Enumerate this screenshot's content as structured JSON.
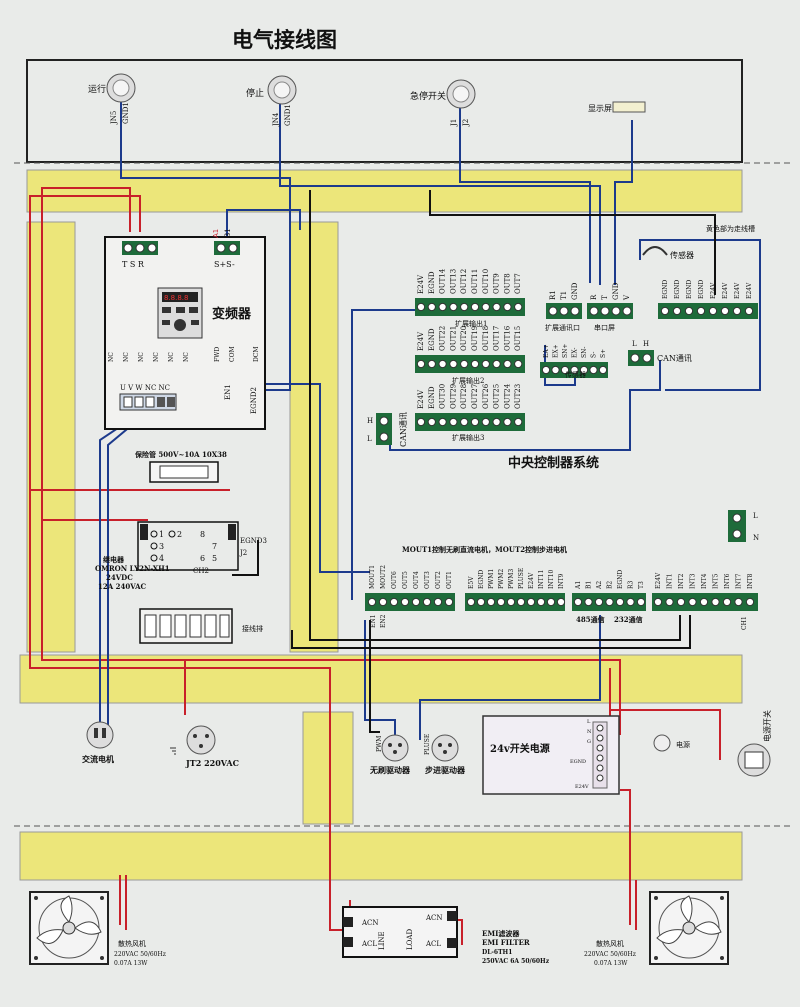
{
  "title": "电气接线图",
  "panel": {
    "run_label": "运行",
    "run_pins": [
      "JN5",
      "GND1"
    ],
    "stop_label": "停止",
    "stop_pins": [
      "JN4",
      "GND1"
    ],
    "estop_label": "急停开关",
    "estop_pins": [
      "J1",
      "J2"
    ],
    "display_label": "显示屏"
  },
  "inverter": {
    "label": "变频器",
    "top_left_terminals": "T S R",
    "top_right_terminals": "S+S-",
    "a1": "A1",
    "b1": "B1",
    "bottom_terminals": [
      "NC",
      "NC",
      "NC",
      "NC",
      "NC",
      "NC",
      "FWD",
      "COM",
      "DCM"
    ],
    "uvw": "U V W NC NC",
    "en1": "EN1",
    "egnd2": "EGND2"
  },
  "fuse": {
    "label": "保险管 500V~10A 10X38"
  },
  "relay": {
    "pins": [
      "1",
      "2",
      "3",
      "4",
      "5",
      "6",
      "7",
      "8"
    ],
    "egnd3": "EGND3",
    "j2": "J2",
    "name": "继电器",
    "model": "OMRON LY2N-XH1",
    "coil": "24VDC",
    "rating": "12A 240VAC",
    "ch2": "CH2"
  },
  "terminal_block": {
    "label": "接线排"
  },
  "controller": {
    "title": "中央控制器系统",
    "exp1": {
      "label": "扩展输出1",
      "pins": [
        "E24V",
        "EGND",
        "OUT14",
        "OUT13",
        "OUT12",
        "OUT11",
        "OUT10",
        "OUT9",
        "OUT8",
        "OUT7"
      ]
    },
    "exp2": {
      "label": "扩展输出2",
      "pins": [
        "E24V",
        "EGND",
        "OUT22",
        "OUT21",
        "OUT20",
        "OUT19",
        "OUT18",
        "OUT17",
        "OUT16",
        "OUT15"
      ]
    },
    "exp3": {
      "label": "扩展输出3",
      "pins": [
        "E24V",
        "EGND",
        "OUT30",
        "OUT29",
        "OUT28",
        "OUT27",
        "OUT26",
        "OUT25",
        "OUT24",
        "OUT23"
      ]
    },
    "serial_port": {
      "label": "串口屏",
      "pins": [
        "R1",
        "T1",
        "GND"
      ]
    },
    "serial_display_pins": [
      "R",
      "T",
      "GND",
      "V"
    ],
    "ext_comm": {
      "label": "扩展通讯口",
      "pins": [
        "EA+",
        "EX+",
        "SN+",
        "EX-",
        "SN-",
        "S-",
        "S+"
      ]
    },
    "sensor_label": "传感器",
    "can_label": "CAN通讯",
    "can_pins": [
      "L",
      "H"
    ],
    "can2_label": "CAN通讯",
    "can2_pins": [
      "H",
      "L"
    ],
    "right_top_pins": [
      "EGND",
      "EGND",
      "EGND",
      "EGND",
      "E24V",
      "E24V",
      "E24V",
      "E24V"
    ],
    "sensor_top_label": "传感器",
    "yellow_note": "黄色部为走线槽",
    "mout_note": "MOUT1控制无刷直流电机，MOUT2控制步进电机",
    "bottom1": {
      "pins": [
        "MOUT1",
        "MOUT2",
        "OUT6",
        "OUT5",
        "OUT4",
        "OUT3",
        "OUT2",
        "OUT1"
      ]
    },
    "bottom2": {
      "pins": [
        "E5V",
        "EGND",
        "PWM1",
        "PWM2",
        "PWM3",
        "PLUSE",
        "E24V",
        "INT11",
        "INT10",
        "INT9"
      ]
    },
    "bottom3": {
      "pins": [
        "A1",
        "B1",
        "A2",
        "B2",
        "EGND",
        "R3",
        "T3"
      ]
    },
    "bottom4": {
      "pins": [
        "E24V",
        "INT1",
        "INT2",
        "INT3",
        "INT4",
        "INT5",
        "INT6",
        "INT7",
        "INT8"
      ]
    },
    "en1": "EN1",
    "en2": "EN2",
    "rs485": "485通信",
    "rs232": "232通信",
    "ch1": "CH1",
    "ln": [
      "L",
      "N"
    ]
  },
  "bottom": {
    "ac_motor": "交流电机",
    "jt2": "JT2 220VAC",
    "brushless_driver": "无刷驱动器",
    "pwm_label": "PWM",
    "stepper_driver": "步进驱动器",
    "pulse_label": "PLUSE",
    "psu_label": "24v开关电源",
    "psu_pins": [
      "L",
      "N",
      "G",
      "EGND",
      "E24V"
    ],
    "power_label": "电源",
    "power_switch": "电源开关"
  },
  "fans": {
    "left_name": "散热风机",
    "left_spec1": "220VAC 50/60Hz",
    "left_spec2": "0.07A 13W",
    "right_name": "散热风机",
    "right_spec1": "220VAC 50/60Hz",
    "right_spec2": "0.07A 13W"
  },
  "emi": {
    "acn_l": "ACN",
    "acl_l": "ACL",
    "line": "LINE",
    "load": "LOAD",
    "acn_r": "ACN",
    "acl_r": "ACL",
    "label1": "EMI滤波器",
    "label2": "EMI FILTER",
    "label3": "DL-6TH1",
    "label4": "250VAC 6A 50/60Hz"
  },
  "colors": {
    "trunking": "#ece67a",
    "wire_red": "#c8202a",
    "wire_blue": "#1c3a8c",
    "wire_black": "#111111"
  }
}
